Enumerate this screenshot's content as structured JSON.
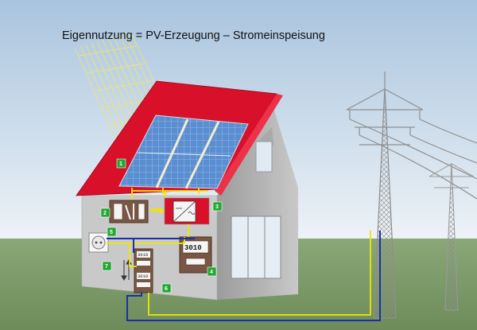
{
  "title": "Eigennutzung = PV-Erzeugung – Stromeinspeisung",
  "labels": {
    "n1": "1",
    "n2": "2",
    "n3": "3",
    "n4": "4",
    "n5": "5",
    "n6": "6",
    "n7": "7"
  },
  "meters": {
    "main": "3010",
    "small_a": "3010",
    "small_b": "3010"
  },
  "colors": {
    "sky_top": "#a9c4de",
    "sky_bottom": "#eef3f7",
    "grass": "#7a9a66",
    "roof": "#d8102a",
    "wall": "#c7c7c7",
    "panel": "#5b8ed0",
    "tag_green": "#22a832",
    "feed_yellow": "#f0e600",
    "grid_blue": "#1b2fa8"
  }
}
